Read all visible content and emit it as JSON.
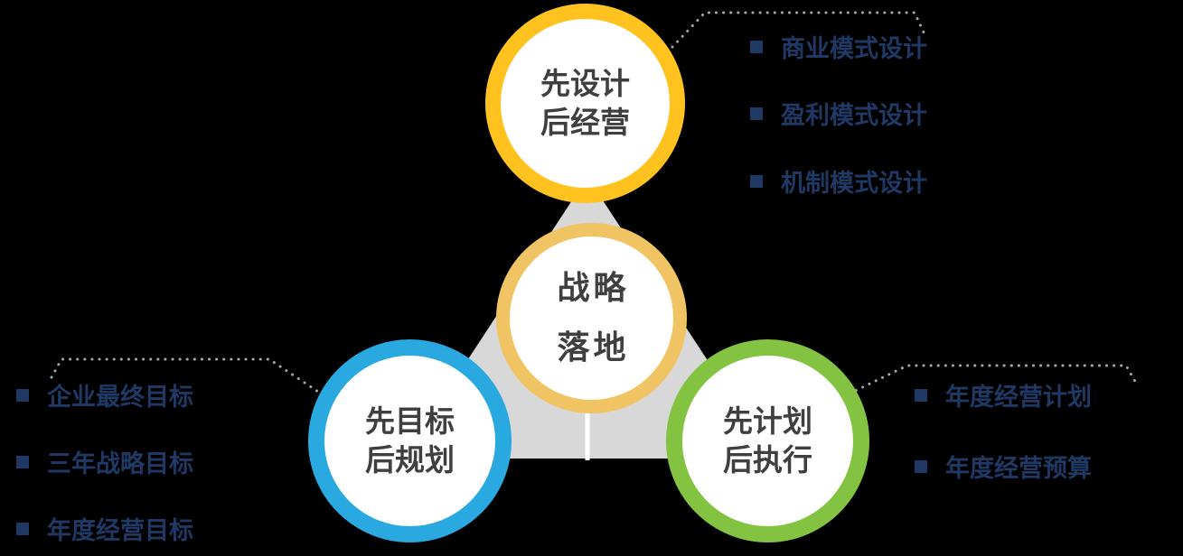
{
  "diagram": {
    "center": {
      "line1": "战略",
      "line2": "落地"
    },
    "top": {
      "line1": "先设计",
      "line2": "后经营"
    },
    "left": {
      "line1": "先目标",
      "line2": "后规划"
    },
    "right": {
      "line1": "先计划",
      "line2": "后执行"
    }
  },
  "lists": {
    "top_right": {
      "items": [
        "商业模式设计",
        "盈利模式设计",
        "机制模式设计"
      ]
    },
    "left": {
      "items": [
        "企业最终目标",
        "三年战略目标",
        "年度经营目标"
      ]
    },
    "right": {
      "items": [
        "年度经营计划",
        "年度经营预算"
      ]
    }
  },
  "colors": {
    "background": "#000000",
    "top_ring": "#FFC21E",
    "center_ring": "#F0C463",
    "left_ring": "#2AA9E0",
    "right_ring": "#83C341",
    "triangle_fill": "#D8D8D8",
    "leader_line": "#A6A6A6",
    "list_text": "#1F3864",
    "bullet": "#203864",
    "circle_text": "#3F3F3F"
  }
}
